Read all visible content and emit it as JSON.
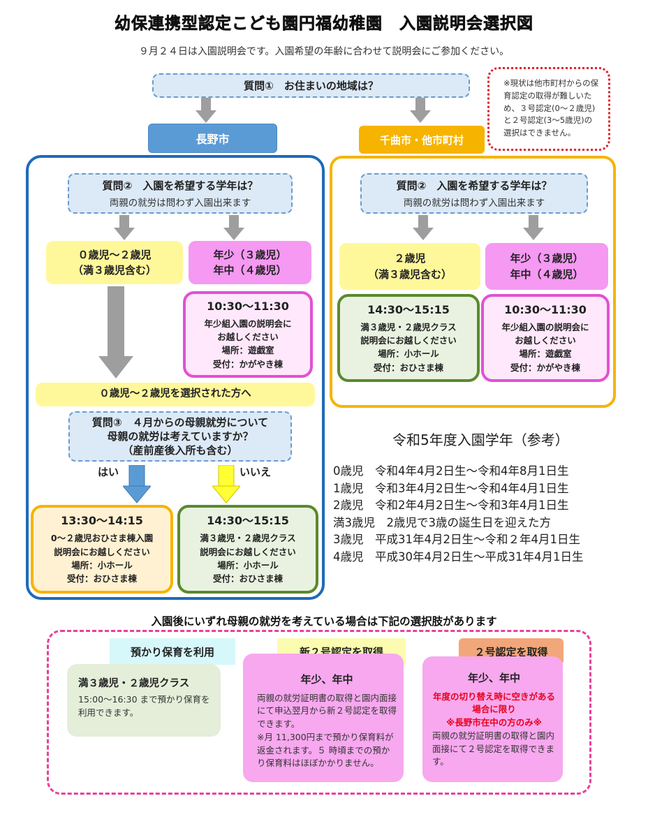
{
  "title": "幼保連携型認定こども園円福幼稚園　入園説明会選択図",
  "subtitle": "９月２４日は入園説明会です。入園希望の年齢に合わせて説明会にご参加ください。",
  "note": "※現状は他市町村からの保育認定の取得が難しいため、３号認定(0〜２歳児)と２号認定(3〜5歳児)の選択はできません。",
  "q1": "質問①　お住まいの地域は？",
  "region_nagano": "長野市",
  "region_other": "千曲市・他市町村",
  "colors": {
    "blue_frame": "#1e6bb8",
    "orange_frame": "#f6b400",
    "nagano_label": "#5b9bd5",
    "other_label": "#f6b400",
    "pink": "#f599f2",
    "yellow": "#fff89a",
    "note_border": "#e0202a",
    "bottom_border": "#e8409a"
  },
  "nagano": {
    "q2_title": "質問②　入園を希望する学年は？",
    "q2_sub": "両親の就労は問わず入園出来ます",
    "opt_young": [
      "０歳児〜２歳児",
      "（満３歳児含む）"
    ],
    "opt_old": [
      "年少（３歳児）",
      "年中（４歳児）"
    ],
    "session_old": {
      "time": "10:30〜11:30",
      "lines": [
        "年少組入園の説明会に",
        "お越しください",
        "場所：遊戯室",
        "受付：かがやき棟"
      ]
    },
    "selected_banner": "０歳児〜２歳児を選択された方へ",
    "q3": [
      "質問③　４月からの母親就労について",
      "母親の就労は考えていますか？",
      "（産前産後入所も含む）"
    ],
    "yes_label": "はい",
    "no_label": "いいえ",
    "session_yes": {
      "time": "13:30〜14:15",
      "lines": [
        "0〜２歳児おひさま棟入園",
        "説明会にお越しください",
        "場所：小ホール",
        "受付：おひさま棟"
      ]
    },
    "session_no": {
      "time": "14:30〜15:15",
      "lines": [
        "満３歳児・２歳児クラス",
        "説明会にお越しください",
        "場所：小ホール",
        "受付：おひさま棟"
      ]
    }
  },
  "other": {
    "q2_title": "質問②　入園を希望する学年は？",
    "q2_sub": "両親の就労は問わず入園出来ます",
    "opt_young": [
      "２歳児",
      "（満３歳児含む）"
    ],
    "opt_old": [
      "年少（３歳児）",
      "年中（４歳児）"
    ],
    "session_young": {
      "time": "14:30〜15:15",
      "lines": [
        "満３歳児・２歳児クラス",
        "説明会にお越しください",
        "場所：小ホール",
        "受付：おひさま棟"
      ]
    },
    "session_old": {
      "time": "10:30〜11:30",
      "lines": [
        "年少組入園の説明会に",
        "お越しください",
        "場所：遊戯室",
        "受付：かがやき棟"
      ]
    }
  },
  "reference": {
    "title": "令和5年度入園学年（参考）",
    "lines": [
      "0歳児　令和4年4月2日生〜令和4年8月1日生",
      "1歳児　令和3年4月2日生〜令和4年4月1日生",
      "2歳児　令和2年4月2日生〜令和3年4月1日生",
      "満3歳児　2歳児で3歳の誕生日を迎えた方",
      "3歳児　平成31年4月2日生〜令和２年4月1日生",
      "4歳児　平成30年4月2日生〜平成31年4月1日生"
    ]
  },
  "bottom": {
    "heading": "入園後にいずれ母親の就労を考えている場合は下記の選択肢があります",
    "opt1": {
      "label": "預かり保育を利用",
      "head": "満３歳児・２歳児クラス",
      "body": "15:00〜16:30 まで預かり保育を利用できます。"
    },
    "opt2": {
      "label": "新２号認定を取得",
      "head": "年少、年中",
      "body": "両親の就労証明書の取得と園内面接にて申込翌月から新２号認定を取得できます。",
      "body2": "※月 11,300円まで預かり保育料が返金されます。５ 時頃までの預かり保育料はほぼかかりません。"
    },
    "opt3": {
      "label": "２号認定を取得",
      "head": "年少、年中",
      "red1": "年度の切り替え時に空きがある場合に限り",
      "red2": "※長野市在中の方のみ※",
      "body": "両親の就労証明書の取得と園内面接にて２号認定を取得できます。"
    }
  }
}
